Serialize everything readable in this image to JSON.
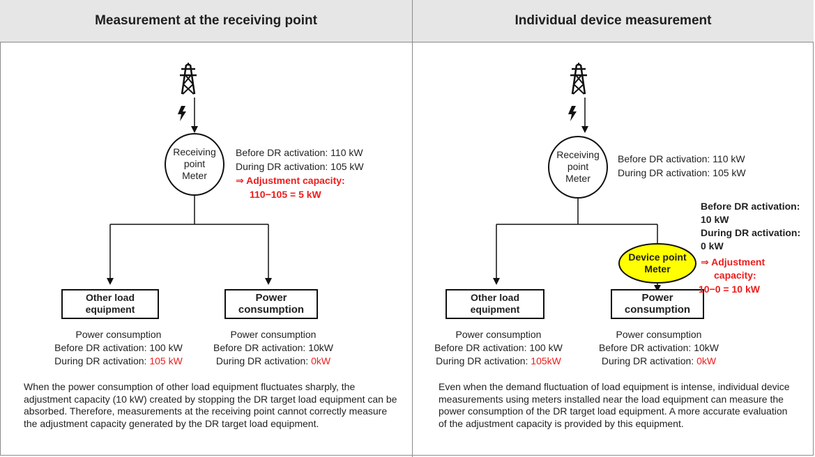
{
  "left": {
    "header": "Measurement at the receiving point",
    "meter_lines": [
      "Receiving",
      "point",
      "Meter"
    ],
    "info_before": "Before DR activation: 110 kW",
    "info_during": "During DR activation: 105 kW",
    "adj_line1": "⇒ Adjustment capacity:",
    "adj_line2": "110−105 = 5 kW",
    "box_other": [
      "Other load",
      "equipment"
    ],
    "box_power": [
      "Power",
      "consumption"
    ],
    "other_title": "Power consumption",
    "other_before": "Before DR activation: 100 kW",
    "other_during_prefix": "During DR activation: ",
    "other_during_value": "105 kW",
    "power_title": "Power consumption",
    "power_before": "Before DR activation: 10kW",
    "power_during_prefix": "During DR activation: ",
    "power_during_value": "0kW",
    "paragraph": "When the power consumption of other load equipment fluctuates sharply, the adjustment capacity (10 kW) created by stopping the DR target load equipment can be absorbed. Therefore, measurements at the receiving point cannot correctly measure the adjustment capacity generated by the DR target load equipment."
  },
  "right": {
    "header": "Individual device measurement",
    "meter_lines": [
      "Receiving",
      "point",
      "Meter"
    ],
    "info_before": "Before DR activation: 110 kW",
    "info_during": "During DR activation: 105 kW",
    "device_meter_lines": [
      "Device point",
      "Meter"
    ],
    "dev_before_label": "Before DR activation:",
    "dev_before_value": "10 kW",
    "dev_during_label": "During DR activation:",
    "dev_during_value": "0 kW",
    "dev_adj_line1": "⇒ Adjustment",
    "dev_adj_line2": "capacity:",
    "dev_adj_line3": "10−0 = 10 kW",
    "box_other": [
      "Other load",
      "equipment"
    ],
    "box_power": [
      "Power",
      "consumption"
    ],
    "other_title": "Power consumption",
    "other_before": "Before DR activation: 100 kW",
    "other_during_prefix": "During DR activation: ",
    "other_during_value": "105kW",
    "power_title": "Power consumption",
    "power_before": "Before DR activation: 10kW",
    "power_during_prefix": "During DR activation: ",
    "power_during_value": "0kW",
    "paragraph": "Even when the demand fluctuation of load equipment is intense, individual device measurements using meters installed near the load equipment can measure the power consumption of the DR target load equipment. A more accurate evaluation of the adjustment capacity is provided by this equipment."
  },
  "colors": {
    "accent_red": "#ee1c1c",
    "device_meter_fill": "#ffff00",
    "header_bg": "#e6e6e6"
  },
  "icons": [
    "transmission-tower-icon",
    "lightning-bolt-icon"
  ]
}
